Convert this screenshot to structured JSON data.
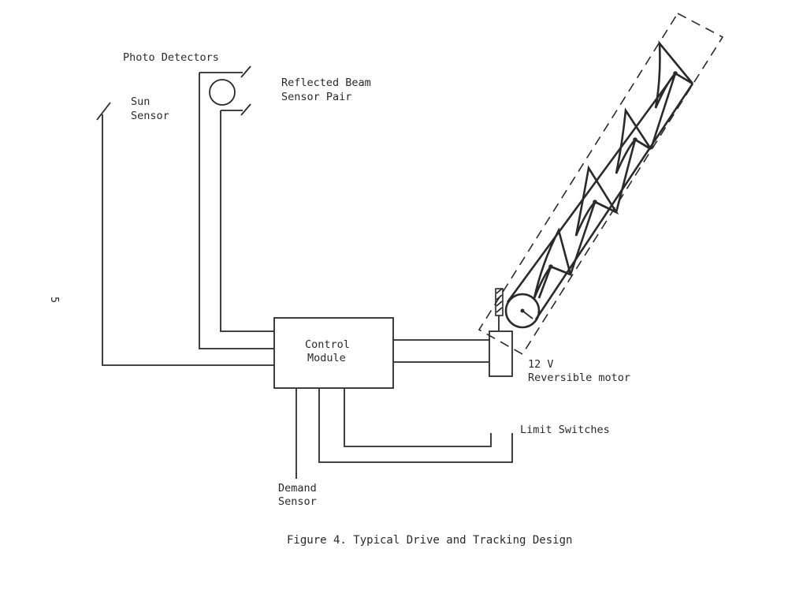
{
  "labels": {
    "photo_detectors": "Photo Detectors",
    "reflected_beam_line1": "Reflected Beam",
    "reflected_beam_line2": "Sensor Pair",
    "sun_sensor_line1": "Sun",
    "sun_sensor_line2": "Sensor",
    "control_module_line1": "Control",
    "control_module_line2": "Module",
    "motor_line1": "12 V",
    "motor_line2": "Reversible motor",
    "limit_switches": "Limit Switches",
    "demand_sensor_line1": "Demand",
    "demand_sensor_line2": "Sensor"
  },
  "page_number": "5",
  "caption": "Figure 4.  Typical Drive and Tracking Design"
}
